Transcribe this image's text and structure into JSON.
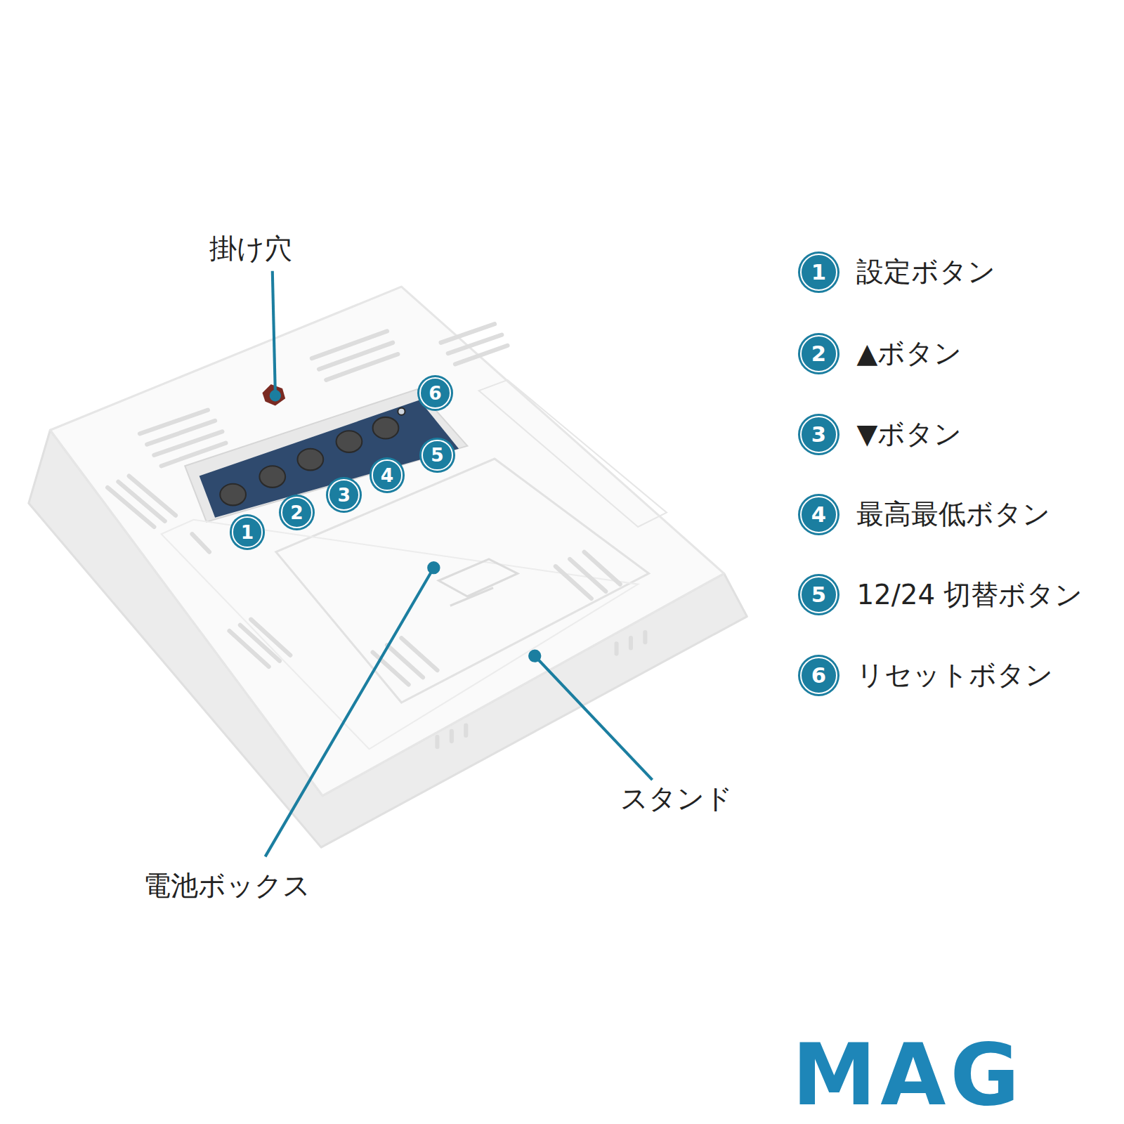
{
  "diagram": {
    "labels": [
      "掛け穴",
      "6",
      "5",
      "4",
      "3",
      "2",
      "1",
      "電池ボックス",
      "スタンド",
      "1",
      "設定ボタン",
      "2",
      "▲ボタン",
      "3",
      "▼ボタン",
      "4",
      "最高最低ボタン",
      "5",
      "12/24 切替ボタン",
      "6",
      "リセットボタン",
      "MAG"
    ]
  }
}
